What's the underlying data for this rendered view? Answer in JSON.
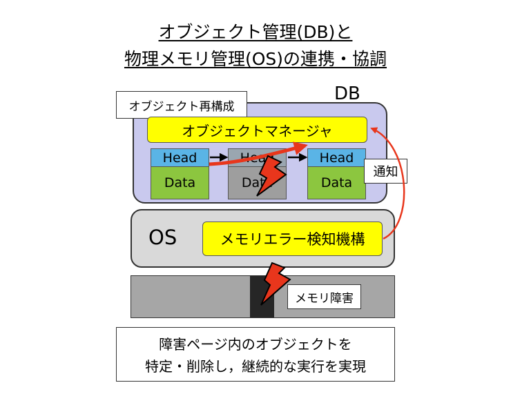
{
  "title": {
    "line1": "オブジェクト管理(DB)と",
    "line2": "物理メモリ管理(OS)の連携・協調"
  },
  "db": {
    "label": "DB",
    "reconstruct_label": "オブジェクト再構成",
    "manager_label": "オブジェクトマネージャ",
    "objects": [
      {
        "head": "Head",
        "data": "Data"
      },
      {
        "head": "Head",
        "data": "Data"
      },
      {
        "head": "Head",
        "data": "Data"
      }
    ]
  },
  "notify_label": "通知",
  "os": {
    "label": "OS",
    "detector_label": "メモリエラー検知機構"
  },
  "memory": {
    "fault_label": "メモリ障害"
  },
  "result": {
    "line1": "障害ページ内のオブジェクトを",
    "line2": "特定・削除し，継続的な実行を実現"
  },
  "colors": {
    "db_bg": "#c9c9ee",
    "yellow": "#ffff00",
    "head": "#5ab4e6",
    "data": "#8cc63f",
    "os_bg": "#d9d9d9",
    "memory": "#a6a6a6",
    "red": "#e8361c"
  }
}
